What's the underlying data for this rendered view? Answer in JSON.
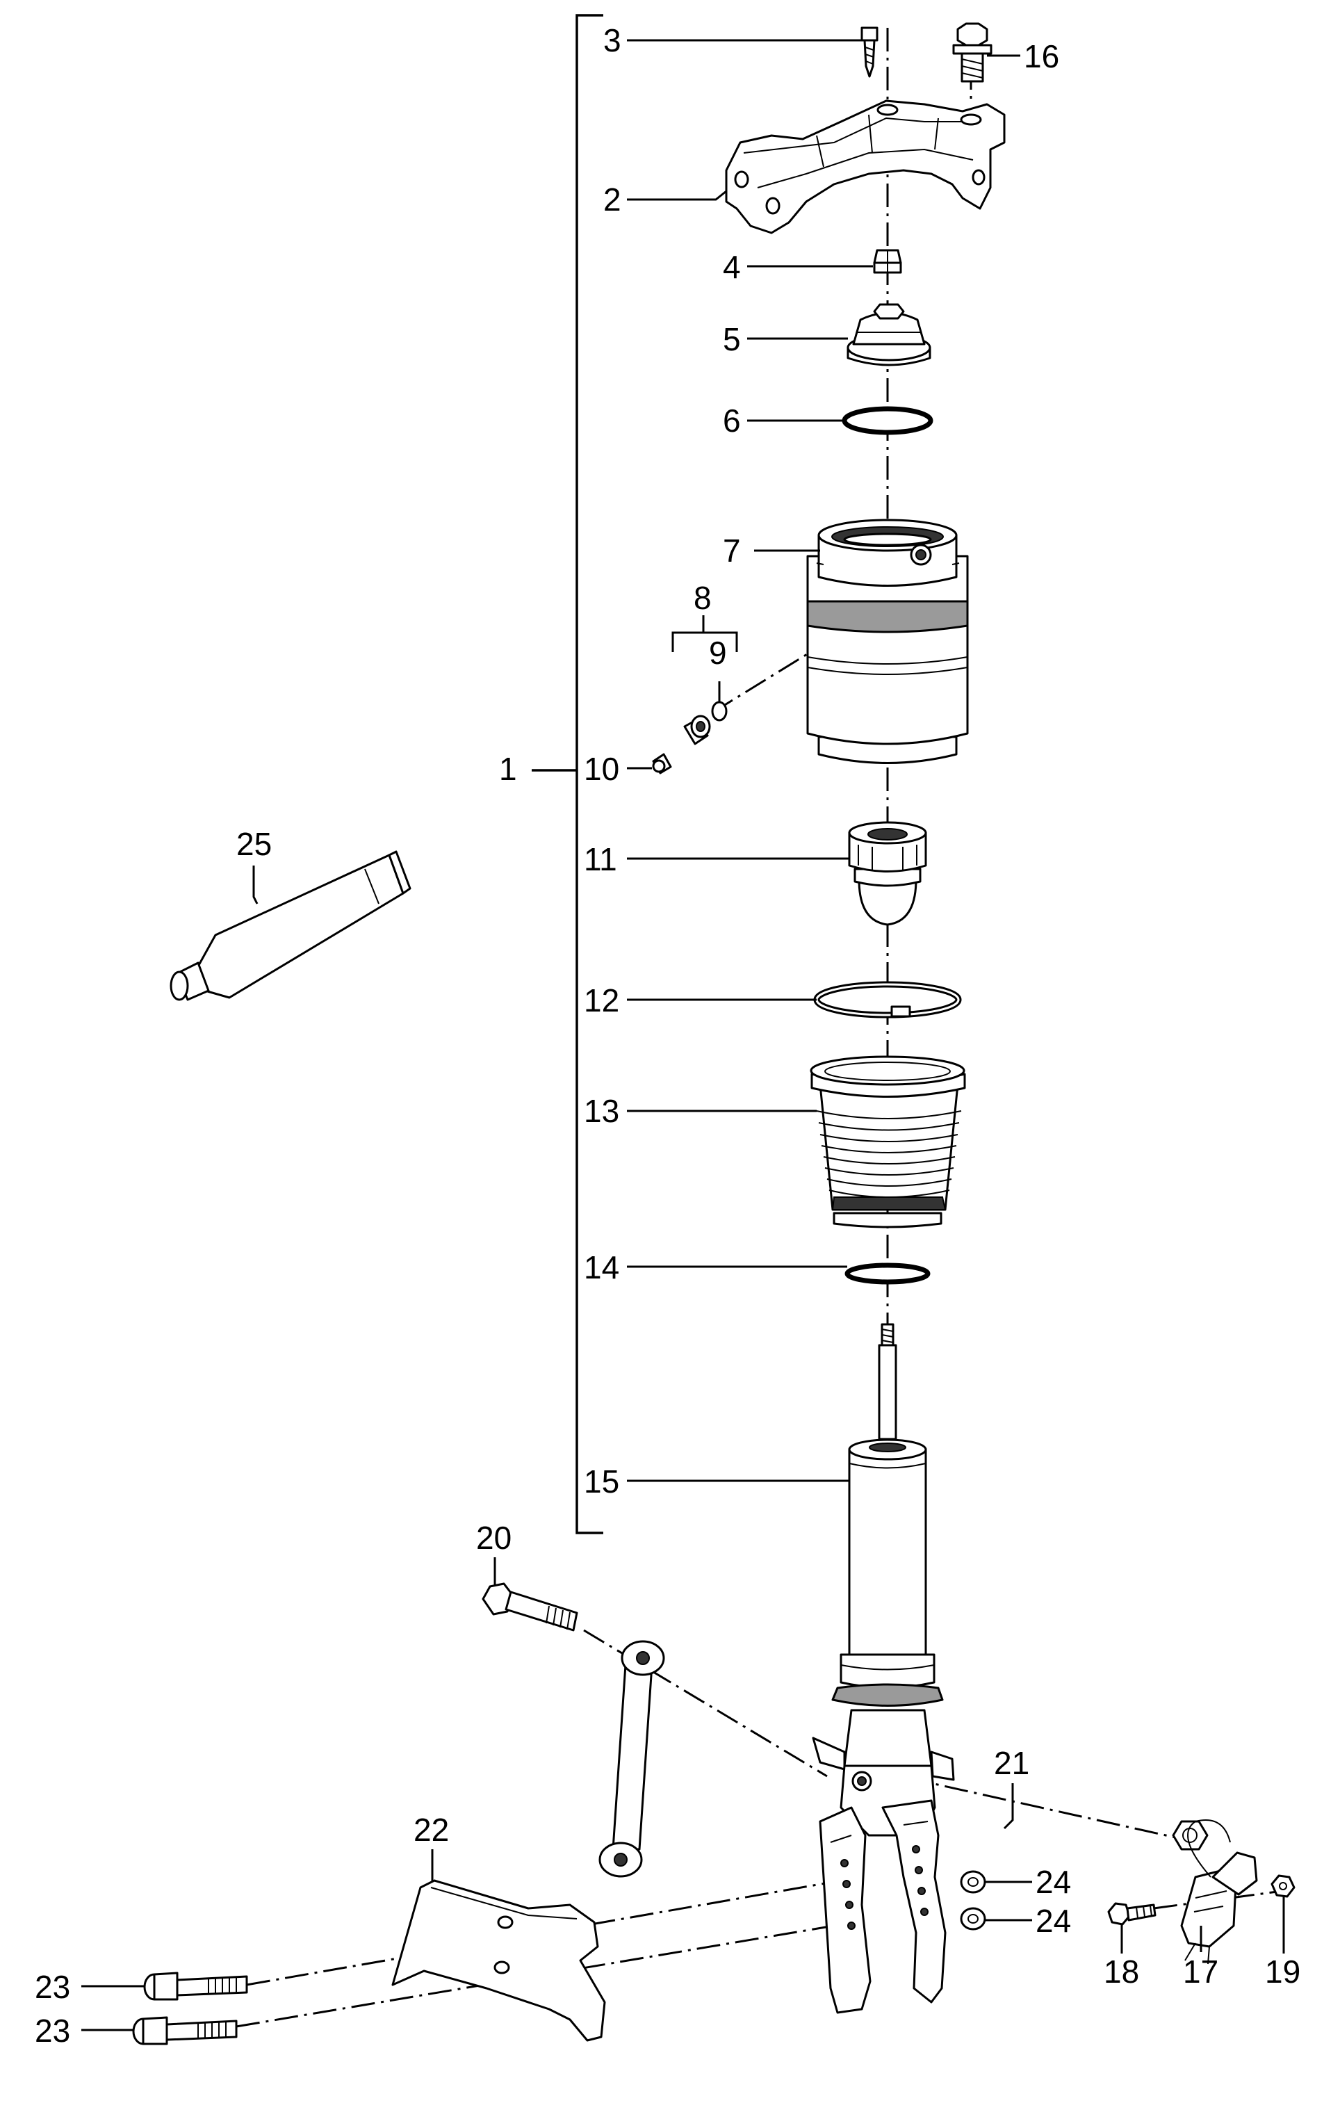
{
  "callouts": [
    {
      "id": "c1",
      "label": "1"
    },
    {
      "id": "c2",
      "label": "2"
    },
    {
      "id": "c3",
      "label": "3"
    },
    {
      "id": "c4",
      "label": "4"
    },
    {
      "id": "c5",
      "label": "5"
    },
    {
      "id": "c6",
      "label": "6"
    },
    {
      "id": "c7",
      "label": "7"
    },
    {
      "id": "c8",
      "label": "8"
    },
    {
      "id": "c9",
      "label": "9"
    },
    {
      "id": "c10",
      "label": "10"
    },
    {
      "id": "c11",
      "label": "11"
    },
    {
      "id": "c12",
      "label": "12"
    },
    {
      "id": "c13",
      "label": "13"
    },
    {
      "id": "c14",
      "label": "14"
    },
    {
      "id": "c15",
      "label": "15"
    },
    {
      "id": "c16",
      "label": "16"
    },
    {
      "id": "c17",
      "label": "17"
    },
    {
      "id": "c18",
      "label": "18"
    },
    {
      "id": "c19",
      "label": "19"
    },
    {
      "id": "c20",
      "label": "20"
    },
    {
      "id": "c21",
      "label": "21"
    },
    {
      "id": "c22",
      "label": "22"
    },
    {
      "id": "c23a",
      "label": "23"
    },
    {
      "id": "c23b",
      "label": "23"
    },
    {
      "id": "c24a",
      "label": "24"
    },
    {
      "id": "c24b",
      "label": "24"
    },
    {
      "id": "c25",
      "label": "25"
    }
  ]
}
